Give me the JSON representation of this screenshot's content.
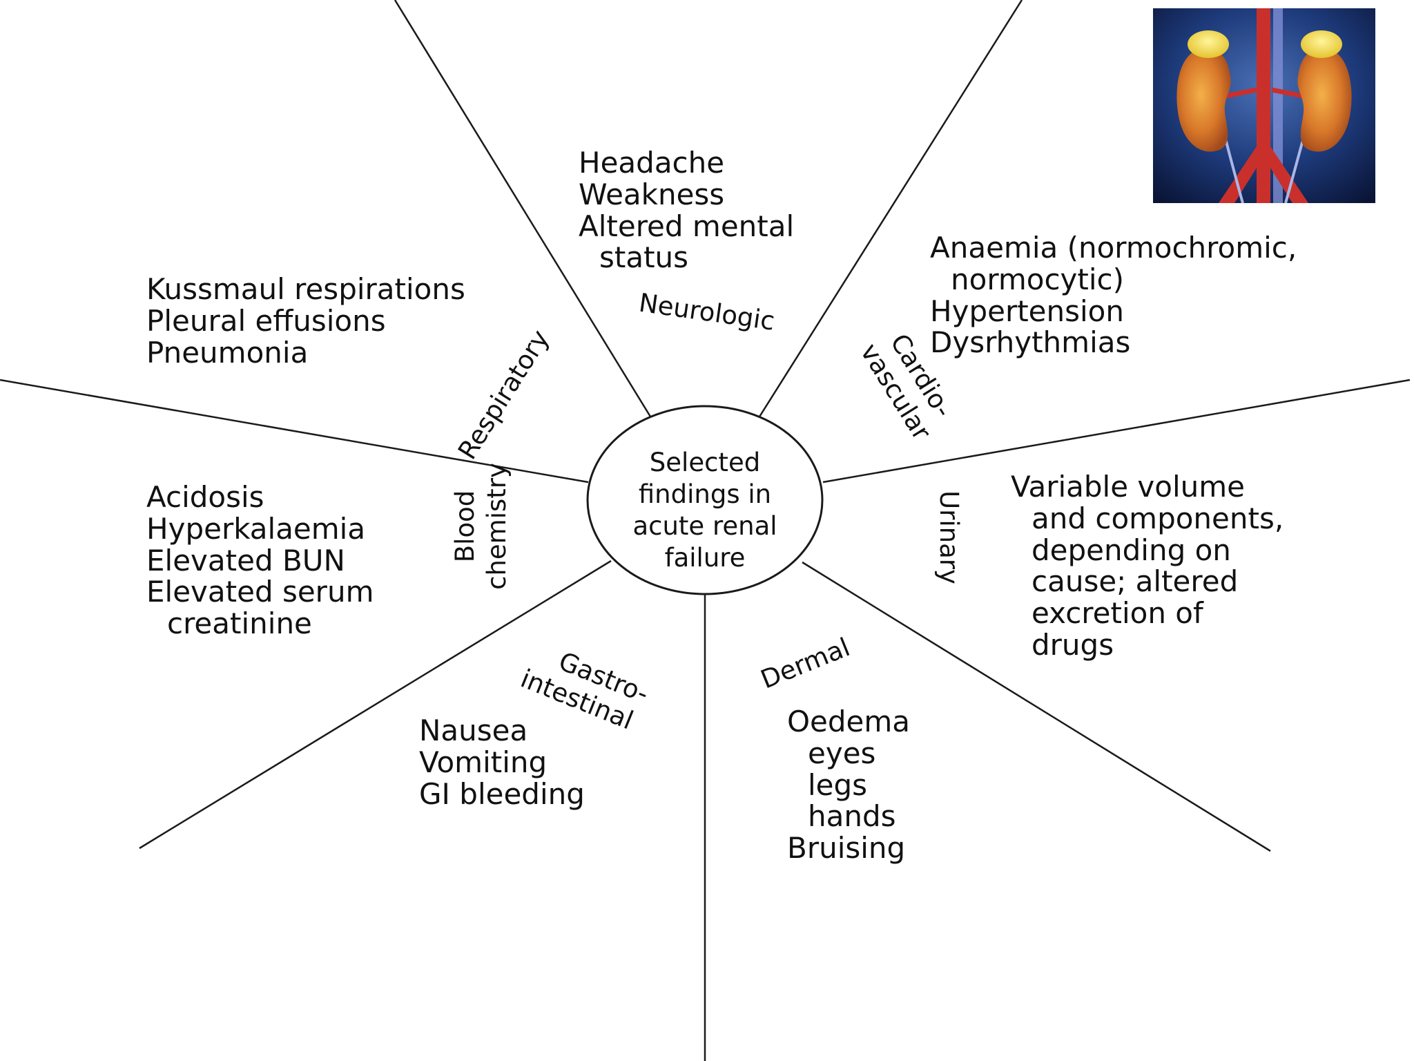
{
  "center": {
    "lines": [
      "Selected",
      "findings in",
      "acute renal",
      "failure"
    ]
  },
  "categories": {
    "neurologic": "Neurologic",
    "respiratory": "Respiratory",
    "cardiovascular": [
      "Cardio-",
      "vascular"
    ],
    "blood_chemistry": [
      "Blood",
      "chemistry"
    ],
    "urinary": "Urinary",
    "gastrointestinal": [
      "Gastro-",
      "intestinal"
    ],
    "dermal": "Dermal"
  },
  "findings": {
    "neurologic": [
      "Headache",
      "Weakness",
      "Altered mental",
      "status"
    ],
    "respiratory": [
      "Kussmaul respirations",
      "Pleural effusions",
      "Pneumonia"
    ],
    "cardiovascular": [
      "Anaemia (normochromic,",
      "normocytic)",
      "Hypertension",
      "Dysrhythmias"
    ],
    "blood_chemistry": [
      "Acidosis",
      "Hyperkalaemia",
      "Elevated BUN",
      "Elevated serum",
      "creatinine"
    ],
    "urinary": [
      "Variable volume",
      "and components,",
      "depending on",
      "cause; altered",
      "excretion of",
      "drugs"
    ],
    "gastrointestinal": [
      "Nausea",
      "Vomiting",
      "GI bleeding"
    ],
    "dermal": [
      "Oedema",
      "eyes",
      "legs",
      "hands",
      "Bruising"
    ]
  }
}
